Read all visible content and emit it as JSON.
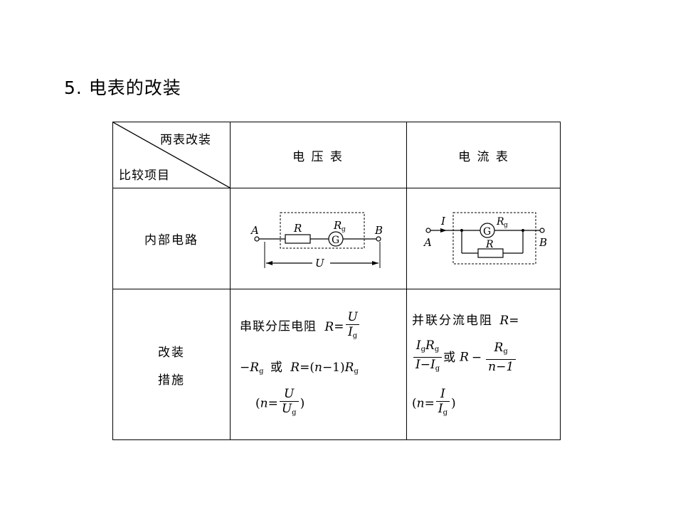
{
  "heading": "5. 电表的改装",
  "table": {
    "corner_top": "两表改装",
    "corner_bottom": "比较项目",
    "col_voltmeter": "电 压 表",
    "col_ammeter": "电 流 表",
    "row_circuit": "内部电路",
    "row_method_line1": "改装",
    "row_method_line2": "措施",
    "volt_circuit": {
      "label_a": "A",
      "label_b": "B",
      "label_r": "R",
      "label_rg": "R",
      "label_rg_sub": "g",
      "label_g": "G",
      "label_u": "U"
    },
    "amm_circuit": {
      "label_a": "A",
      "label_b": "B",
      "label_i": "I",
      "label_r": "R",
      "label_rg": "R",
      "label_rg_sub": "g",
      "label_g": "G"
    },
    "volt_method": {
      "prefix": "串联分压电阻",
      "r": "R",
      "eq": "=",
      "frac_num": "U",
      "frac_den": "I",
      "frac_den_sub": "g",
      "minus": "−",
      "rg": "R",
      "rg_sub": "g",
      "or": "或",
      "r2": "R",
      "eq2": "=(",
      "n": "n",
      "minus_one": "−1)",
      "rg2": "R",
      "rg2_sub": "g",
      "paren_open": "(",
      "n2": "n",
      "eq3": "=",
      "frac2_num": "U",
      "frac2_den": "U",
      "frac2_den_sub": "g",
      "paren_close": ")"
    },
    "amm_method": {
      "prefix": "并联分流电阻",
      "r": "R",
      "eq": "=",
      "frac_num_i": "I",
      "frac_num_i_sub": "g",
      "frac_num_r": "R",
      "frac_num_r_sub": "g",
      "frac_den": "I−I",
      "frac_den_sub": "g",
      "or": "或",
      "r2": "R",
      "minus": "−",
      "frac2_num": "R",
      "frac2_num_sub": "g",
      "frac2_den": "n−1",
      "paren_open": "(",
      "n": "n",
      "eq2": "=",
      "frac3_num": "I",
      "frac3_den": "I",
      "frac3_den_sub": "g",
      "paren_close": ")"
    }
  }
}
